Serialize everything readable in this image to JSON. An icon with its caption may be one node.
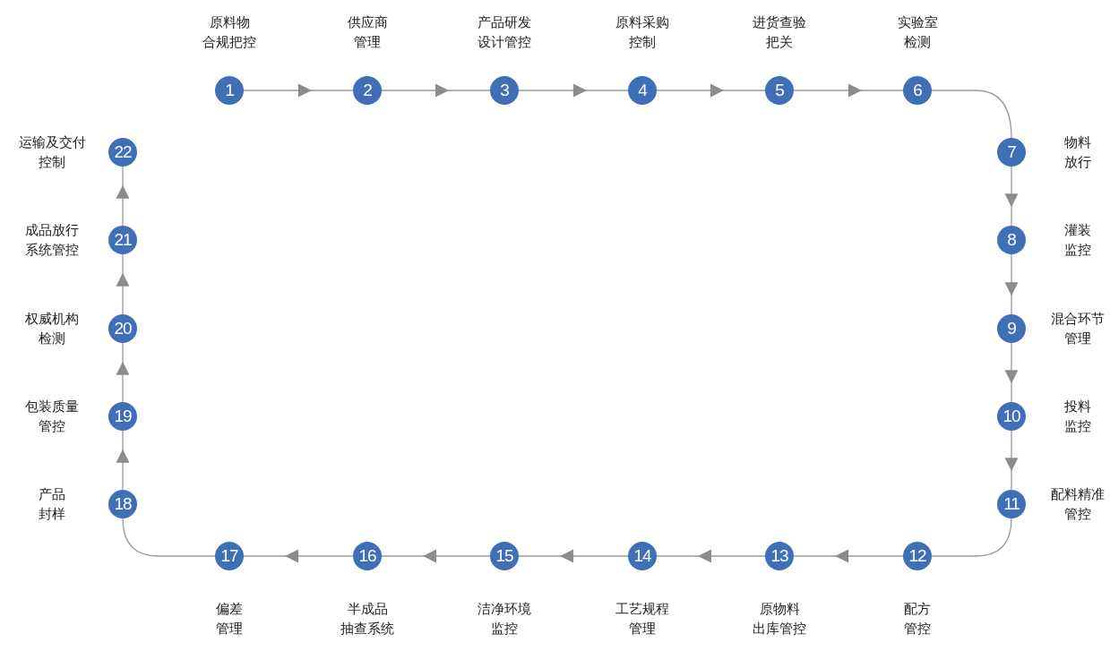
{
  "diagram": {
    "nodes": [
      {
        "text": [
          "1"
        ],
        "beside": [
          "原料物合规把控"
        ]
      },
      {
        "text": [
          "2"
        ],
        "beside": [
          "供应商管理"
        ]
      },
      {
        "text": [
          "3"
        ],
        "beside": [
          "产品研发设计管控"
        ]
      },
      {
        "text": [
          "4"
        ],
        "beside": [
          "原料采购控制"
        ]
      },
      {
        "text": [
          "5"
        ],
        "beside": [
          "进货查验把关"
        ]
      },
      {
        "text": [
          "6"
        ],
        "beside": [
          "实验室检测"
        ]
      },
      {
        "text": [
          "7"
        ],
        "beside": [
          "物料放行"
        ]
      },
      {
        "text": [
          "8"
        ],
        "beside": [
          "灌装监控"
        ]
      },
      {
        "text": [
          "9"
        ],
        "beside": [
          "混合环节管理"
        ]
      },
      {
        "text": [
          "10"
        ],
        "beside": [
          "投料监控"
        ]
      },
      {
        "text": [
          "11"
        ],
        "beside": [
          "配料精准管控"
        ]
      },
      {
        "text": [
          "12"
        ],
        "beside": [
          "配方管控"
        ]
      },
      {
        "text": [
          "13"
        ],
        "beside": [
          "原物料出库管控"
        ]
      },
      {
        "text": [
          "14"
        ],
        "beside": [
          "工艺规程管理"
        ]
      },
      {
        "text": [
          "15"
        ],
        "beside": [
          "洁净环境监控"
        ]
      },
      {
        "text": [
          "16"
        ],
        "beside": [
          "半成品抽查系统"
        ]
      },
      {
        "text": [
          "17"
        ],
        "beside": [
          "偏差管理"
        ]
      },
      {
        "text": [
          "18"
        ],
        "beside": [
          "产品封样"
        ]
      },
      {
        "text": [
          "19"
        ],
        "beside": [
          "包装质量管控"
        ]
      },
      {
        "text": [
          "20"
        ],
        "beside": [
          "权威机构检测"
        ]
      },
      {
        "text": [
          "21"
        ],
        "beside": [
          "成品放行系统管控"
        ]
      },
      {
        "text": [
          "22"
        ],
        "beside": [
          "运输及交付控制"
        ]
      }
    ],
    "edges": [
      {
        "from": 0,
        "to": 1,
        "arrow": "to"
      },
      {
        "from": 1,
        "to": 2,
        "arrow": "to"
      },
      {
        "from": 2,
        "to": 3,
        "arrow": "to"
      },
      {
        "from": 3,
        "to": 4,
        "arrow": "to"
      },
      {
        "from": 4,
        "to": 5,
        "arrow": "to"
      },
      {
        "from": 5,
        "to": 6,
        "arrow": "none"
      },
      {
        "from": 6,
        "to": 7,
        "arrow": "to"
      },
      {
        "from": 7,
        "to": 8,
        "arrow": "to"
      },
      {
        "from": 8,
        "to": 9,
        "arrow": "to"
      },
      {
        "from": 9,
        "to": 10,
        "arrow": "to"
      },
      {
        "from": 10,
        "to": 11,
        "arrow": "none"
      },
      {
        "from": 11,
        "to": 12,
        "arrow": "to"
      },
      {
        "from": 12,
        "to": 13,
        "arrow": "to"
      },
      {
        "from": 13,
        "to": 14,
        "arrow": "to"
      },
      {
        "from": 14,
        "to": 15,
        "arrow": "to"
      },
      {
        "from": 15,
        "to": 16,
        "arrow": "to"
      },
      {
        "from": 16,
        "to": 17,
        "arrow": "none"
      },
      {
        "from": 17,
        "to": 18,
        "arrow": "to"
      },
      {
        "from": 18,
        "to": 19,
        "arrow": "to"
      },
      {
        "from": 19,
        "to": 20,
        "arrow": "to"
      },
      {
        "from": 20,
        "to": 21,
        "arrow": "to"
      }
    ]
  }
}
